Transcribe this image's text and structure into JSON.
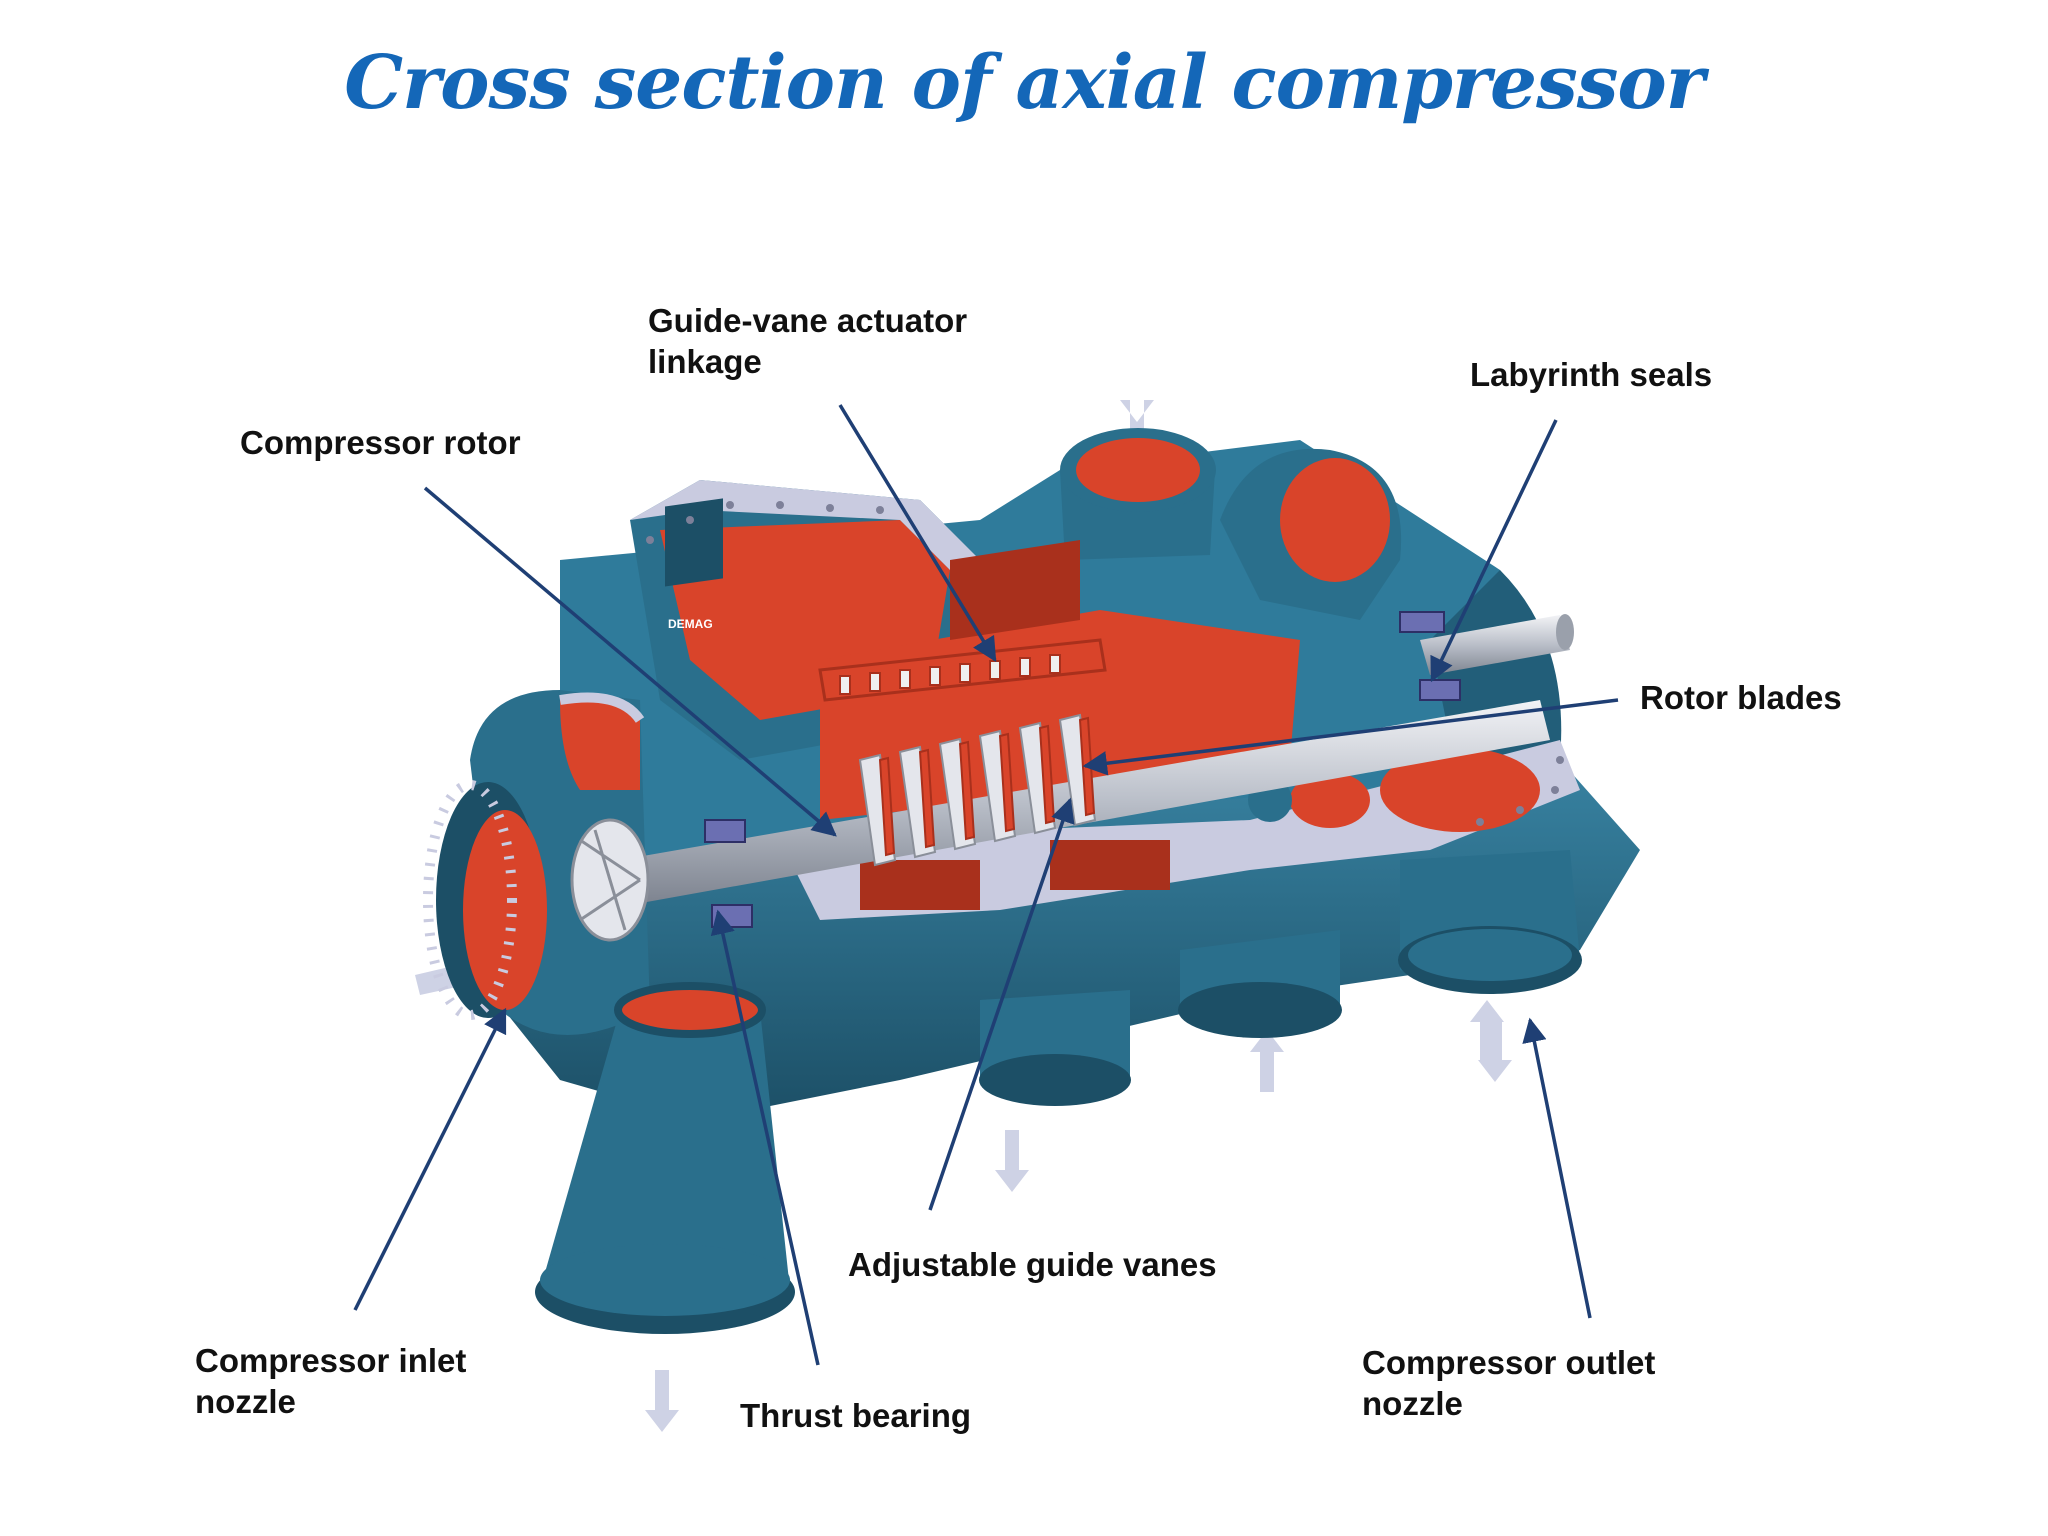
{
  "title": "Cross section of axial compressor",
  "labels": {
    "guide_vane_linkage": [
      "Guide-vane actuator",
      "linkage"
    ],
    "labyrinth_seals": "Labyrinth seals",
    "compressor_rotor": "Compressor rotor",
    "rotor_blades": "Rotor blades",
    "adjustable_guide_vanes": "Adjustable guide vanes",
    "inlet_nozzle": [
      "Compressor inlet",
      "nozzle"
    ],
    "thrust_bearing": "Thrust bearing",
    "outlet_nozzle": [
      "Compressor outlet",
      "nozzle"
    ],
    "nameplate": "DEMAG"
  },
  "colors": {
    "title": "#1467b8",
    "casing": "#2a6f8c",
    "casing_dark": "#1c4f66",
    "interior": "#d9442a",
    "interior_dark": "#a9301c",
    "section_face": "#c9cbe0",
    "shaft": "#c8ccd4",
    "leader_line": "#1f3f74",
    "flow_arrow": "#c9cde3"
  }
}
